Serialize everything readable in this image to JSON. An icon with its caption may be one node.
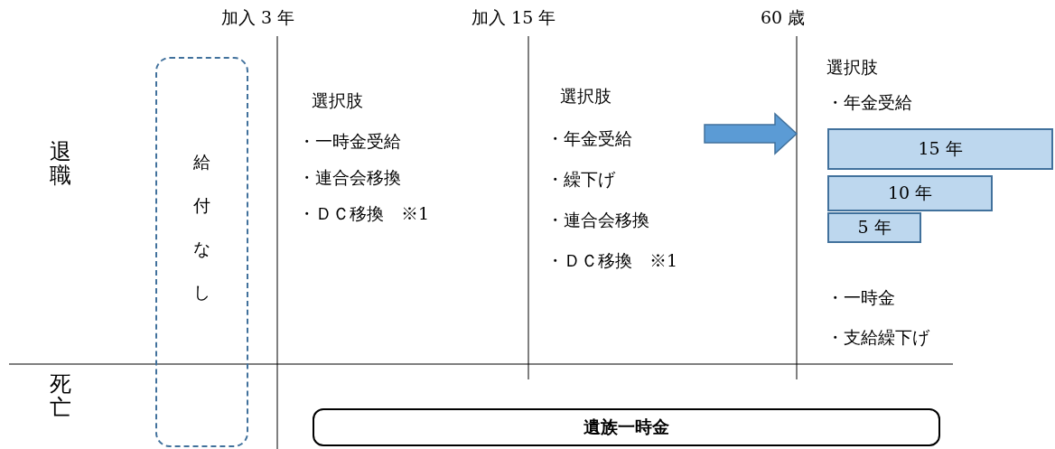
{
  "diagram": {
    "nodes": [
      {
        "text": [
          "給付なし"
        ]
      },
      {
        "text": [
          "15 年"
        ]
      },
      {
        "text": [
          "10 年"
        ]
      },
      {
        "text": [
          "5 年"
        ]
      },
      {
        "text": [
          "遺族一時金"
        ]
      }
    ],
    "labels": [
      "加入 3 年",
      "加入 15 年",
      "60 歳",
      "退職",
      "死亡",
      "選択肢",
      "・一時金受給",
      "・連合会移換",
      "・ＤＣ移換　※1",
      "選択肢",
      "・年金受給",
      "・繰下げ",
      "・連合会移換",
      "・ＤＣ移換　※1",
      "選択肢",
      "・年金受給",
      "・一時金",
      "・支給繰下げ"
    ]
  }
}
